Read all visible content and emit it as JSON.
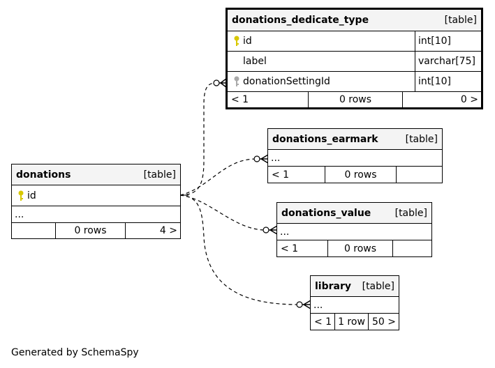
{
  "tables": {
    "dedicate_type": {
      "name": "donations_dedicate_type",
      "kind": "[table]",
      "columns": [
        {
          "name": "id",
          "type": "int[10]",
          "icon": "primary-key-icon"
        },
        {
          "name": "label",
          "type": "varchar[75]",
          "icon": ""
        },
        {
          "name": "donationSettingId",
          "type": "int[10]",
          "icon": "foreign-key-icon"
        }
      ],
      "footer": [
        "< 1",
        "0 rows",
        "0 >"
      ]
    },
    "earmark": {
      "name": "donations_earmark",
      "kind": "[table]",
      "ellipsis": "...",
      "footer": [
        "< 1",
        "0 rows",
        ""
      ]
    },
    "value": {
      "name": "donations_value",
      "kind": "[table]",
      "ellipsis": "...",
      "footer": [
        "< 1",
        "0 rows",
        ""
      ]
    },
    "library": {
      "name": "library",
      "kind": "[table]",
      "ellipsis": "...",
      "footer": [
        "< 1",
        "1 row",
        "50 >"
      ]
    },
    "donations": {
      "name": "donations",
      "kind": "[table]",
      "columns": [
        {
          "name": "id",
          "icon": "primary-key-icon"
        }
      ],
      "ellipsis": "...",
      "footer": [
        "",
        "0 rows",
        "4 >"
      ]
    }
  },
  "colors": {
    "primary_key": "#d8c800",
    "foreign_key": "#aaaaaa",
    "header_bg": "#f4f4f4"
  },
  "footer_note": "Generated by SchemaSpy"
}
